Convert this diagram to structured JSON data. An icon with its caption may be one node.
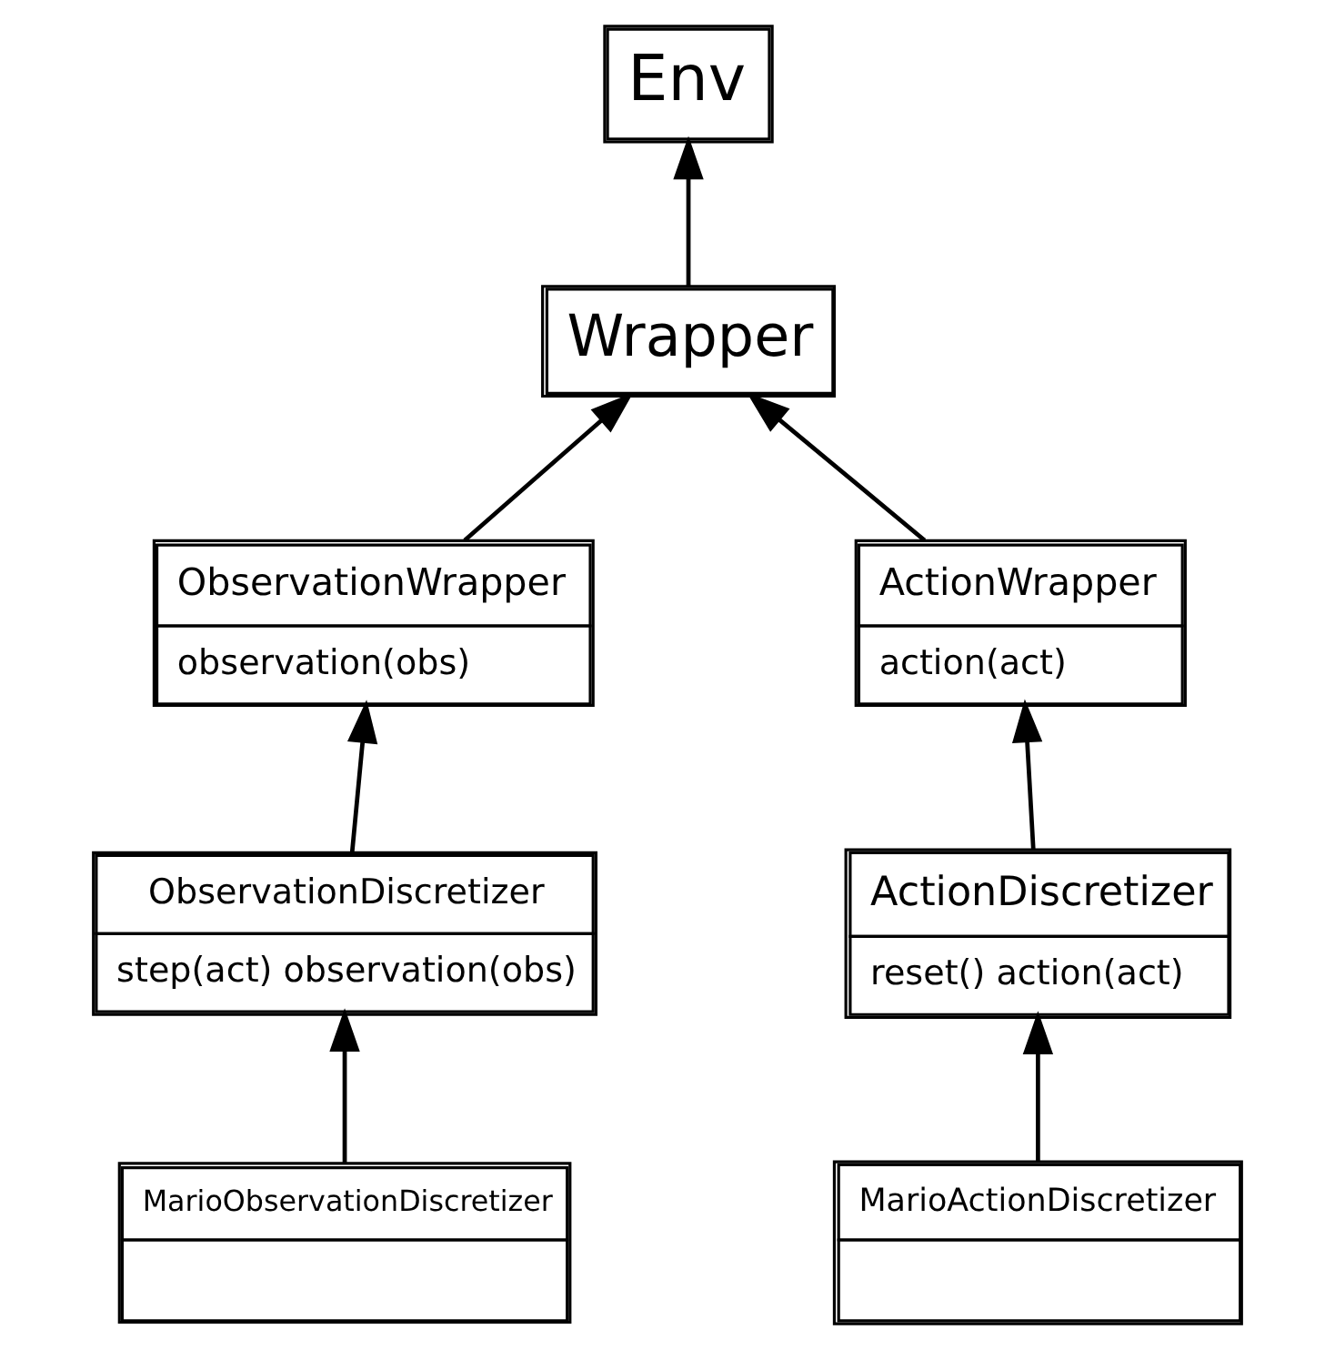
{
  "diagram": {
    "nodes": [
      {
        "text": [
          "Env"
        ]
      },
      {
        "text": [
          "Wrapper"
        ]
      },
      {
        "text": [
          "ObservationWrapper",
          "observation(obs)"
        ]
      },
      {
        "text": [
          "ActionWrapper",
          "action(act)"
        ]
      },
      {
        "text": [
          "ObservationDiscretizer",
          "step(act) observation(obs)"
        ]
      },
      {
        "text": [
          "ActionDiscretizer",
          "reset() action(act)"
        ]
      },
      {
        "text": [
          "MarioObservationDiscretizer"
        ]
      },
      {
        "text": [
          "MarioActionDiscretizer"
        ]
      }
    ],
    "edges": [
      {
        "from": 1,
        "to": 0,
        "arrow": "to"
      },
      {
        "from": 2,
        "to": 1,
        "arrow": "to"
      },
      {
        "from": 3,
        "to": 1,
        "arrow": "to"
      },
      {
        "from": 4,
        "to": 2,
        "arrow": "to"
      },
      {
        "from": 5,
        "to": 3,
        "arrow": "to"
      },
      {
        "from": 6,
        "to": 4,
        "arrow": "to"
      },
      {
        "from": 7,
        "to": 5,
        "arrow": "to"
      }
    ]
  }
}
